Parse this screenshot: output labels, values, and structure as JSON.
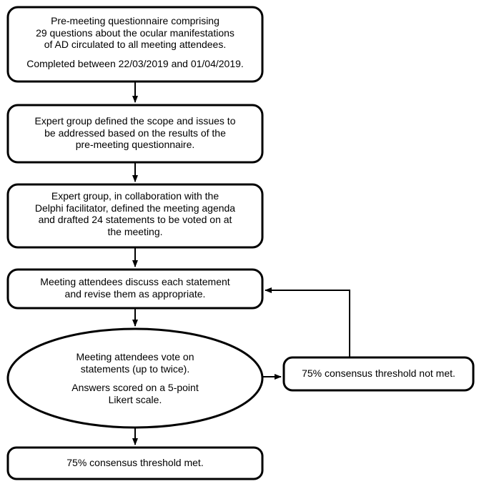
{
  "nodes": {
    "questionnaire": {
      "lines": [
        "Pre-meeting questionnaire comprising",
        "29 questions about the ocular manifestations",
        "of AD circulated to all meeting attendees."
      ],
      "completed": "Completed between 22/03/2019 and 01/04/2019."
    },
    "scope": {
      "lines": [
        "Expert group defined the scope and issues to",
        "be addressed based on the results of the",
        "pre-meeting questionnaire."
      ]
    },
    "agenda": {
      "lines": [
        "Expert group, in collaboration with the",
        "Delphi facilitator, defined the meeting agenda",
        "and drafted 24 statements to be voted on at",
        "the meeting."
      ]
    },
    "discuss": {
      "lines": [
        "Meeting attendees discuss each statement",
        "and revise them as appropriate."
      ]
    },
    "vote": {
      "lines": [
        "Meeting attendees vote on",
        "statements (up to twice)."
      ],
      "scoring": [
        "Answers scored on a 5-point",
        "Likert scale."
      ]
    },
    "not_met": {
      "label": "75% consensus threshold not met."
    },
    "met": {
      "label": "75% consensus threshold met."
    }
  }
}
